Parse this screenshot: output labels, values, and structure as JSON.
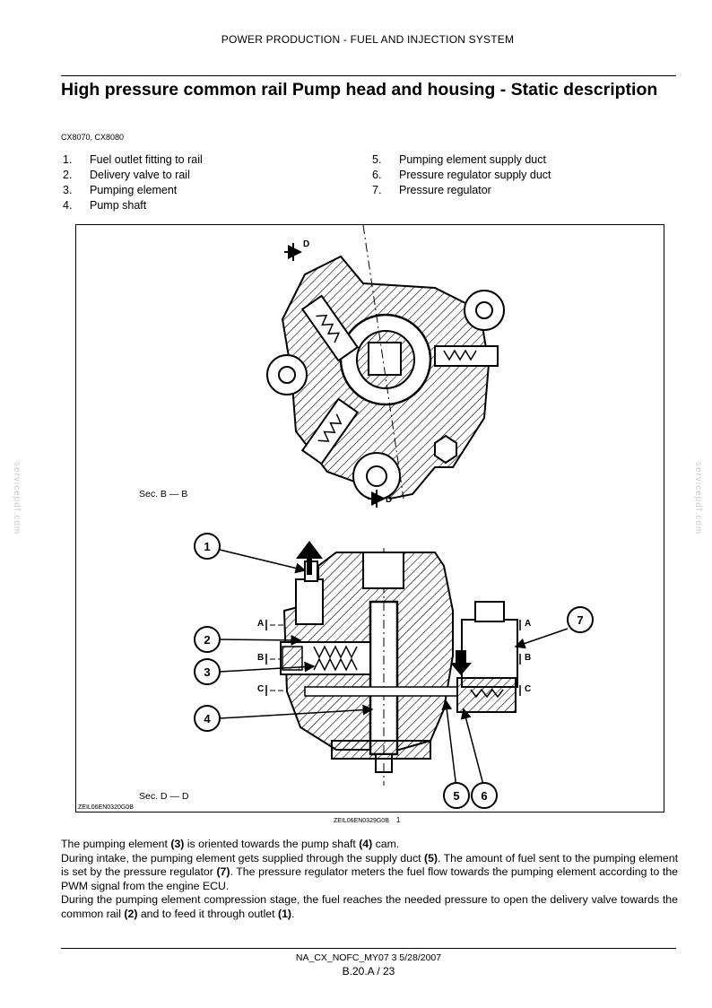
{
  "header": {
    "running_title": "POWER PRODUCTION - FUEL AND INJECTION SYSTEM"
  },
  "title": "High pressure common rail Pump head and housing - Static description",
  "models": "CX8070, CX8080",
  "legend": [
    {
      "num": "1.",
      "text": "Fuel outlet fitting to rail"
    },
    {
      "num": "2.",
      "text": "Delivery valve to rail"
    },
    {
      "num": "3.",
      "text": "Pumping element"
    },
    {
      "num": "4.",
      "text": "Pump shaft"
    },
    {
      "num": "5.",
      "text": "Pumping element supply duct"
    },
    {
      "num": "6.",
      "text": "Pressure regulator supply duct"
    },
    {
      "num": "7.",
      "text": "Pressure regulator"
    }
  ],
  "figure": {
    "section_bb": "Sec. B — B",
    "section_dd": "Sec. D — D",
    "code_inside": "ZEIL06EN0320G0B",
    "code_below": "ZEIL06EN0329G0B",
    "number": "1",
    "cut_markers": {
      "a": "A",
      "b": "B",
      "c": "C",
      "d": "D"
    },
    "callouts": [
      "1",
      "2",
      "3",
      "4",
      "5",
      "6",
      "7"
    ]
  },
  "body": {
    "p1": {
      "a": "The pumping element ",
      "b": "(3)",
      "c": " is oriented towards the pump shaft ",
      "d": "(4)",
      "e": " cam."
    },
    "p2": {
      "a": "During intake, the pumping element gets supplied through the supply duct ",
      "b": "(5)",
      "c": ".  The amount of fuel sent to the pumping element is set by the pressure regulator ",
      "d": "(7)",
      "e": ".  The pressure regulator meters the fuel flow towards the pumping element according to the PWM signal from the engine ECU."
    },
    "p3": {
      "a": "During the pumping element compression stage, the fuel reaches the needed pressure to open the delivery valve towards the common rail ",
      "b": "(2)",
      "c": " and to feed it through outlet ",
      "d": "(1)",
      "e": "."
    }
  },
  "footer": {
    "code": "NA_CX_NOFC_MY07 3 5/28/2007",
    "page": "B.20.A / 23"
  },
  "watermark": "servicepdf.com"
}
